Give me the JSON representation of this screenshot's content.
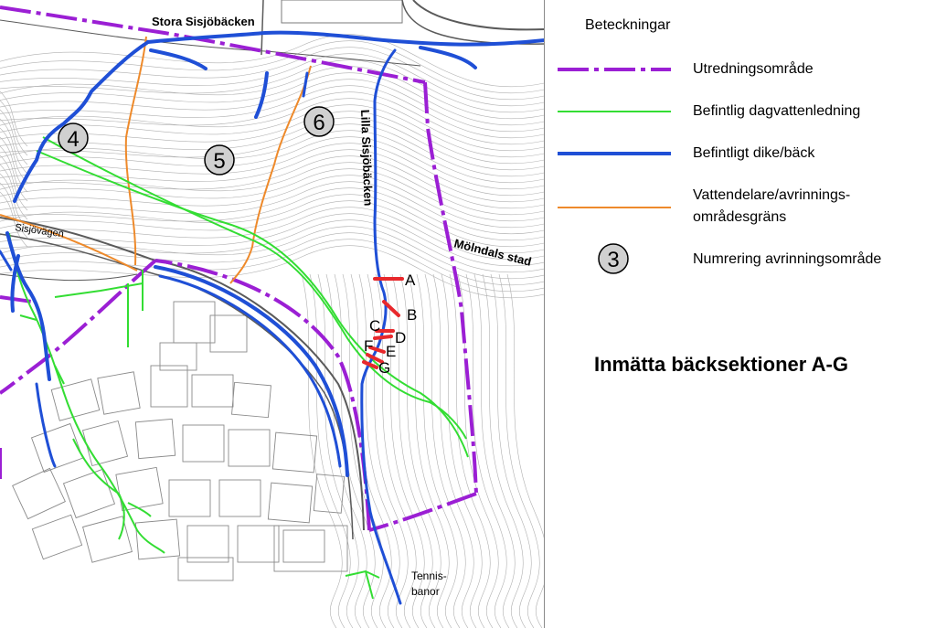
{
  "colors": {
    "study_area": "#9b1fd4",
    "stormwater": "#33dd33",
    "ditch": "#1f4fd6",
    "watershed": "#ee8a2b",
    "sections": "#e8282c",
    "contour": "#b0b0b0",
    "road": "#5a5a5a"
  },
  "map": {
    "labels": {
      "stora": "Stora Sisjöbäcken",
      "lilla": "Lilla Sisjöbäcken",
      "sisjovagen": "Sisjövägen",
      "molndal": "Mölndals stad",
      "tennis_line1": "Tennis-",
      "tennis_line2": "banor"
    },
    "areas": [
      "4",
      "5",
      "6"
    ],
    "sections": [
      "A",
      "B",
      "C",
      "D",
      "E",
      "F",
      "G"
    ]
  },
  "legend": {
    "title": "Beteckningar",
    "items": [
      {
        "label": "Utredningsområde",
        "icon": "dash-dot-line-purple"
      },
      {
        "label": "Befintlig dagvattenledning",
        "icon": "thin-line-green"
      },
      {
        "label": "Befintligt dike/bäck",
        "icon": "thick-line-blue"
      },
      {
        "label_line1": "Vattendelare/avrinnings-",
        "label_line2": "områdesgräns",
        "icon": "line-orange"
      },
      {
        "label": "Numrering avrinningsområde",
        "number": "3",
        "icon": "numbered-circle"
      }
    ],
    "heading": "Inmätta bäcksektioner A-G"
  }
}
